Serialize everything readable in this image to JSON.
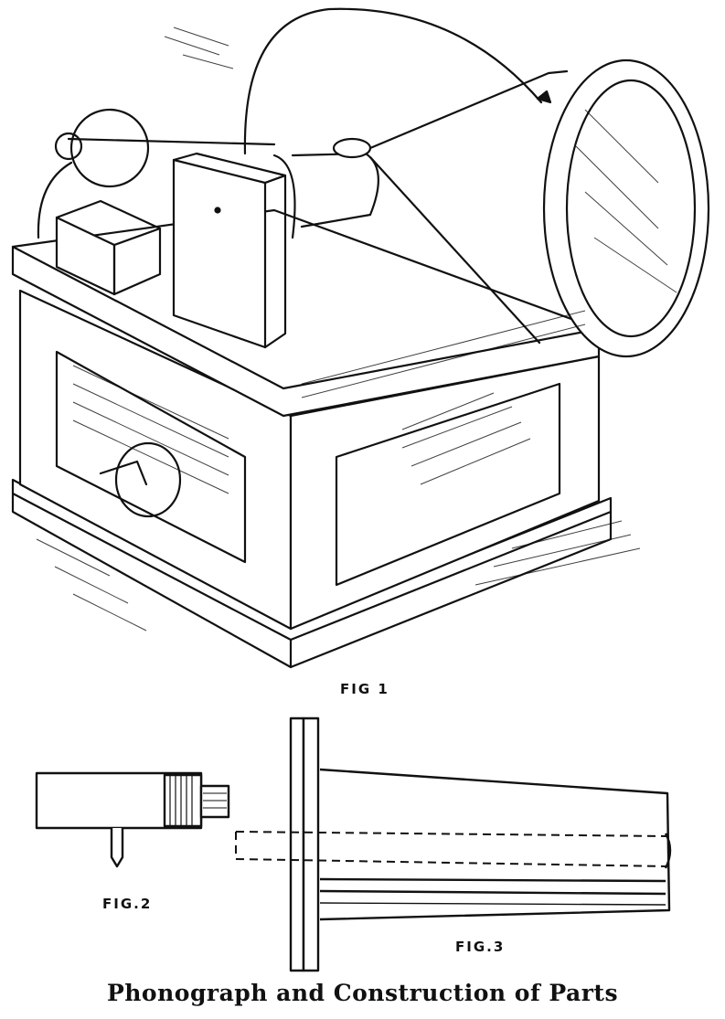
{
  "plate": {
    "caption": "Phonograph and Construction of Parts",
    "figures": [
      {
        "id": "fig1",
        "label": "FIG 1",
        "subject": "Phonograph assembled on wooden box cabinet with horn, mandrel and motor"
      },
      {
        "id": "fig2",
        "label": "FIG.2",
        "subject": "Reproducer/recorder cylinder with stylus"
      },
      {
        "id": "fig3",
        "label": "FIG.3",
        "subject": "Tapered mandrel with pulley and shaft (dashed)"
      }
    ]
  },
  "colors": {
    "ink": "#111111",
    "paper": "#ffffff"
  }
}
